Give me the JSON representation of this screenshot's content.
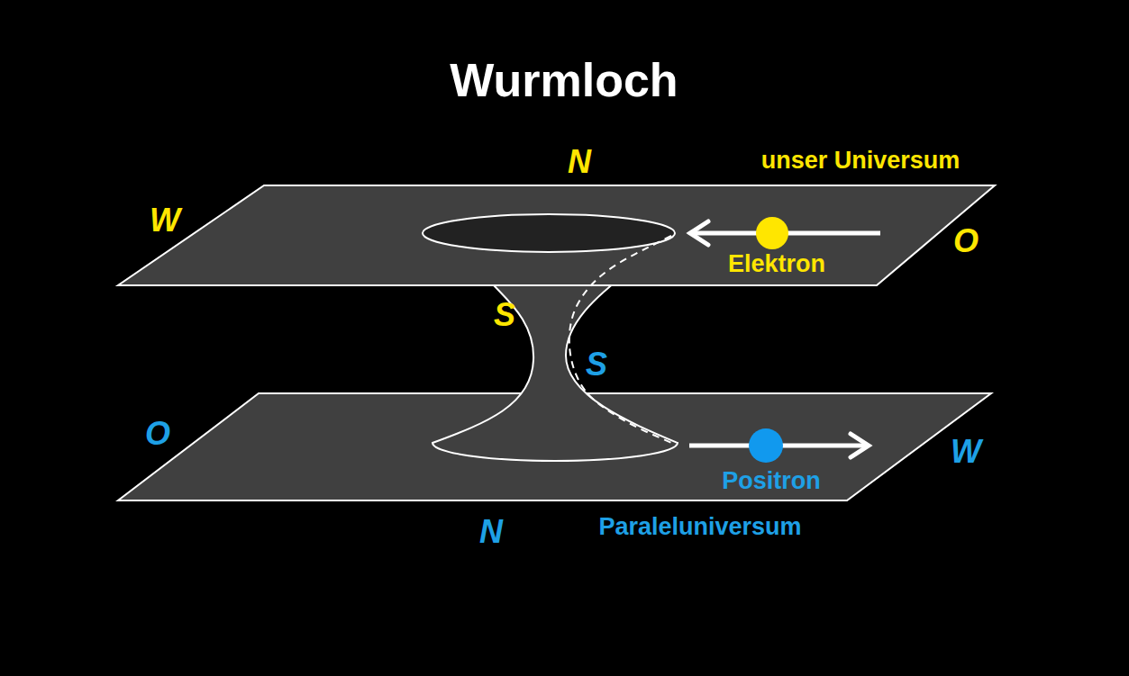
{
  "diagram": {
    "title": "Wurmloch",
    "labels": [
      "N",
      "unser Universum",
      "W",
      "O",
      "Elektron",
      "S",
      "S",
      "O",
      "W",
      "Positron",
      "N",
      "Paraleluniversum"
    ]
  }
}
